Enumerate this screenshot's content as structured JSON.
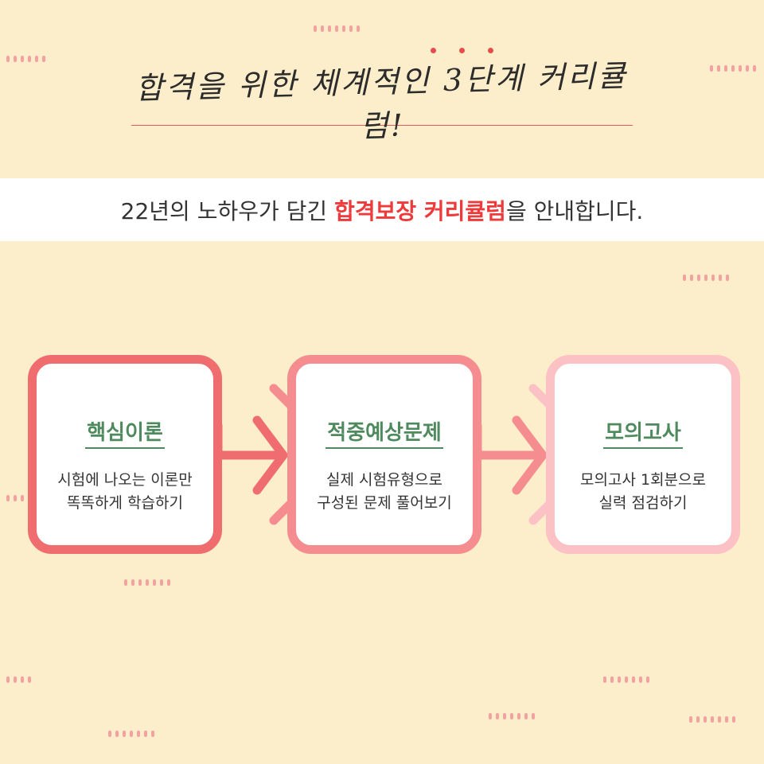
{
  "header": {
    "title": "합격을 위한 체계적인 3단계 커리큘럼!"
  },
  "banner": {
    "text_prefix": "22년의 노하우가 담긴 ",
    "text_highlight": "합격보장 커리큘럼",
    "text_suffix": "을 안내합니다."
  },
  "steps": [
    {
      "title": "핵심이론",
      "desc_line1": "시험에 나오는 이론만",
      "desc_line2": "똑똑하게 학습하기"
    },
    {
      "title": "적중예상문제",
      "desc_line1": "실제 시험유형으로",
      "desc_line2": "구성된 문제 풀어보기"
    },
    {
      "title": "모의고사",
      "desc_line1": "모의고사 1회분으로",
      "desc_line2": "실력 점검하기"
    }
  ],
  "colors": {
    "background": "#fdeecb",
    "accent_red": "#ee3a3a",
    "title_green": "#4e8a5e",
    "step1": "#ef6d6f",
    "step2": "#f58c8f",
    "step3": "#fbc1c4",
    "dots": "#f2a2a0"
  }
}
